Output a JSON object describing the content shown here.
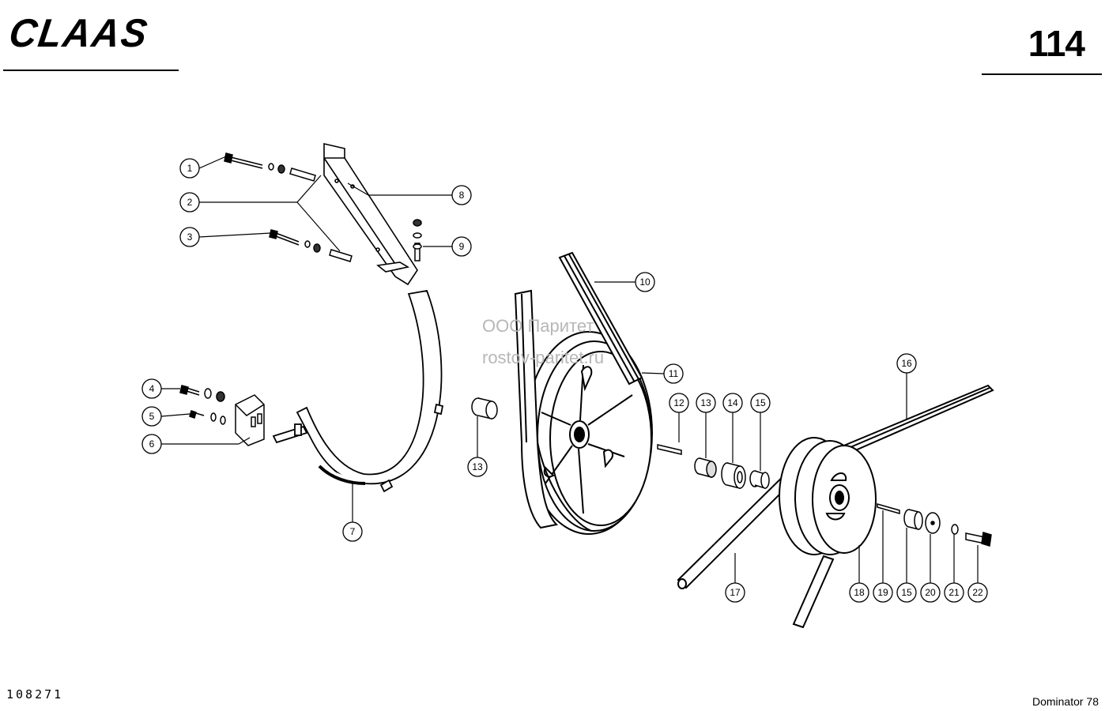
{
  "header": {
    "brand": "CLAAS",
    "page_number": "114"
  },
  "footer": {
    "drawing_number": "108271",
    "model": "Dominator 78"
  },
  "watermark": {
    "line1": "ООО Паритет",
    "line2": "rostov-paritet.ru"
  },
  "callouts": [
    "1",
    "2",
    "3",
    "4",
    "5",
    "6",
    "7",
    "8",
    "9",
    "10",
    "11",
    "12",
    "13",
    "13",
    "14",
    "15",
    "15",
    "16",
    "17",
    "18",
    "19",
    "20",
    "21",
    "22"
  ]
}
